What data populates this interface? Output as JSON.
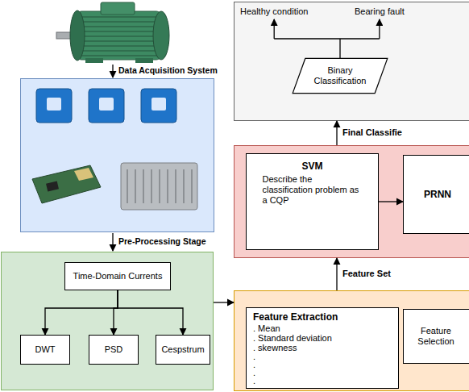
{
  "diagram": {
    "nodes": [
      {
        "text": []
      },
      {
        "text": [
          "Time-Domain Currents"
        ],
        "in": 0
      },
      {
        "text": [
          "DWT"
        ],
        "in": 0
      },
      {
        "text": [
          "PSD"
        ],
        "in": 0
      },
      {
        "text": [
          "Cespstrum"
        ],
        "in": 0
      },
      {
        "text": []
      },
      {
        "text": [
          "Feature Extraction",
          ". Mean",
          ". Standard deviation",
          ". skewness",
          ".",
          ".",
          ".",
          "."
        ],
        "in": 5
      },
      {
        "text": [
          "Feature Selection"
        ],
        "in": 5
      },
      {
        "text": []
      },
      {
        "text": [
          "SVM",
          "Describe the classification problem as a CQP"
        ],
        "in": 8
      },
      {
        "text": [
          "PRNN"
        ],
        "in": 8
      },
      {
        "text": []
      },
      {
        "text": [
          "Binary Classification"
        ],
        "in": 11
      }
    ],
    "edges": [
      {
        "from": 1,
        "to": 2,
        "arrow": "to"
      },
      {
        "from": 1,
        "to": 3,
        "arrow": "to"
      },
      {
        "from": 1,
        "to": 4,
        "arrow": "to"
      },
      {
        "from": 0,
        "to": 5,
        "arrow": "to"
      },
      {
        "from": 5,
        "to": 8,
        "label": "Feature Set",
        "arrow": "to"
      },
      {
        "from": 9,
        "to": 10,
        "arrow": "to"
      },
      {
        "from": 8,
        "to": 11,
        "label": "Final Classifie",
        "arrow": "to"
      }
    ],
    "labels": [
      "Data Acquisition System",
      "Pre-Processing Stage",
      "Healthy condition",
      "Bearing fault"
    ]
  }
}
